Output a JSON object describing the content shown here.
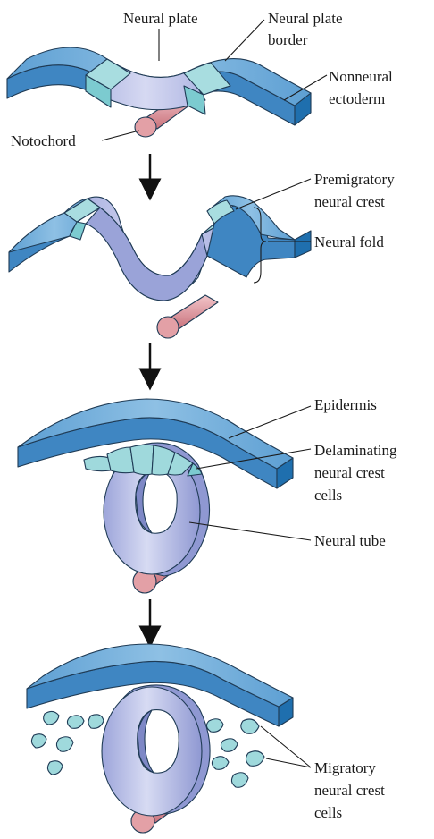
{
  "labels": {
    "neural_plate": "Neural plate",
    "neural_plate_border_1": "Neural plate",
    "neural_plate_border_2": "border",
    "nonneural_ectoderm_1": "Nonneural",
    "nonneural_ectoderm_2": "ectoderm",
    "notochord": "Notochord",
    "premigratory_1": "Premigratory",
    "premigratory_2": "neural crest",
    "neural_fold": "Neural fold",
    "epidermis": "Epidermis",
    "delaminating_1": "Delaminating",
    "delaminating_2": "neural crest",
    "delaminating_3": "cells",
    "neural_tube": "Neural tube",
    "migratory_1": "Migratory",
    "migratory_2": "neural crest",
    "migratory_3": "cells"
  },
  "colors": {
    "ectoderm_top": "#6fa9d6",
    "ectoderm_side": "#3f86c2",
    "ectoderm_end": "#1f6fae",
    "neural_plate": "#b9bfe6",
    "neural_plate_side": "#9aa3d8",
    "tube_dark": "#7e88c6",
    "border": "#a8dde0",
    "border_side": "#7ccbd0",
    "crest_cells": "#9fd9dc",
    "notochord": "#e3a0a6",
    "notochord_end": "#c9727c",
    "arrow": "#111111"
  },
  "stages": [
    {
      "name": "neural plate stage",
      "arrow_after": true
    },
    {
      "name": "neural fold stage",
      "arrow_after": true
    },
    {
      "name": "neural tube closure",
      "arrow_after": true
    },
    {
      "name": "migration"
    }
  ]
}
